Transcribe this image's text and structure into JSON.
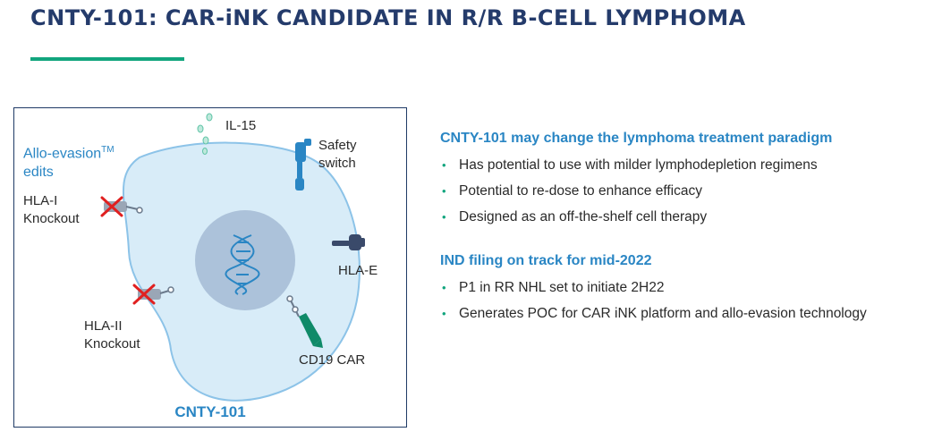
{
  "title": "CNTY-101:  CAR-iNK CANDIDATE IN R/R B-CELL LYMPHOMA",
  "colors": {
    "title": "#243b6b",
    "accent_green": "#12a57e",
    "blue": "#2a86c4",
    "cell_fill": "#d8ecf8",
    "nucleus": "#a7bed6",
    "knockout_x": "#e02020"
  },
  "diagram": {
    "allo_title_main": "Allo-evasion",
    "allo_title_tm": "TM",
    "allo_title_line2": "edits",
    "labels": {
      "il15": "IL-15",
      "safety_line1": "Safety",
      "safety_line2": "switch",
      "hla1_line1": "HLA-I",
      "hla1_line2": "Knockout",
      "hlae": "HLA-E",
      "hla2_line1": "HLA-II",
      "hla2_line2": "Knockout",
      "cd19": "CD19 CAR"
    },
    "caption": "CNTY-101",
    "icons": [
      "cell-icon",
      "nucleus-icon",
      "dna-helix-icon",
      "il15-particle-icon",
      "safety-switch-receptor-icon",
      "hla-e-receptor-icon",
      "cd19-car-receptor-icon",
      "knockout-x-icon"
    ]
  },
  "sections": [
    {
      "heading": "CNTY-101 may change the lymphoma treatment paradigm",
      "bullets": [
        "Has potential to use with milder lymphodepletion regimens",
        "Potential to re-dose to enhance efficacy",
        "Designed as an off-the-shelf cell therapy"
      ]
    },
    {
      "heading": "IND filing on track for mid-2022",
      "bullets": [
        "P1 in RR NHL set to initiate 2H22",
        "Generates POC for CAR iNK platform and allo-evasion technology"
      ]
    }
  ],
  "bullet_glyph": "•"
}
